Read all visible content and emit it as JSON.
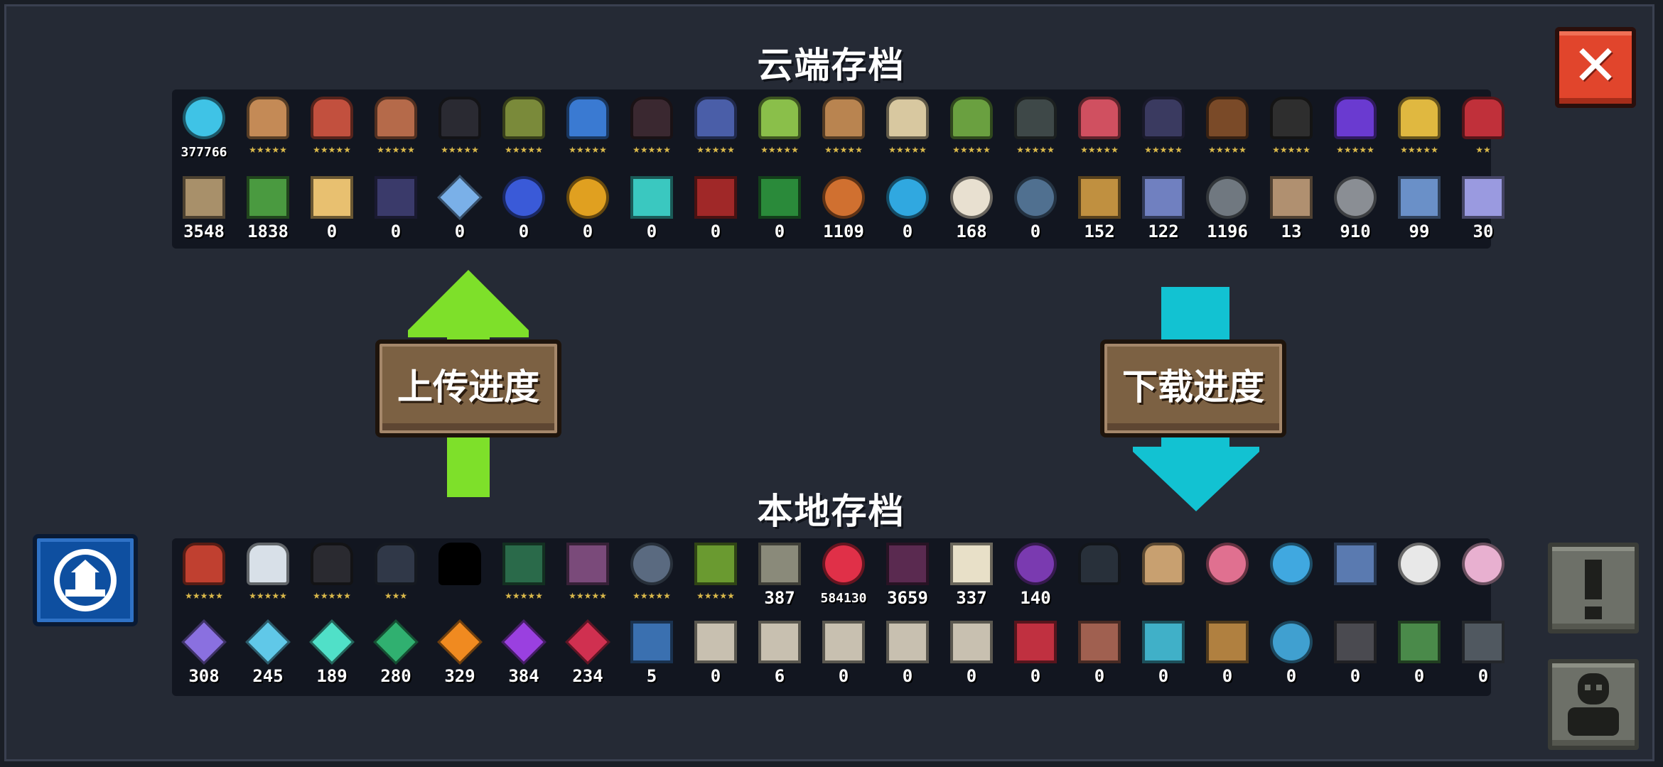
{
  "cloud": {
    "title": "云端存档",
    "characters": [
      {
        "name": "gems",
        "color": "#3fc3e6",
        "label": "377766",
        "shape": "round"
      },
      {
        "name": "knight",
        "color": "#c48a56",
        "stars": "★★★★★",
        "shape": "char"
      },
      {
        "name": "rogue",
        "color": "#c2503e",
        "stars": "★★★★★",
        "shape": "char"
      },
      {
        "name": "witch",
        "color": "#b56a4a",
        "stars": "★★★★★",
        "shape": "char"
      },
      {
        "name": "assassin",
        "color": "#2a2a32",
        "stars": "★★★★★",
        "shape": "char"
      },
      {
        "name": "engineer",
        "color": "#7a8a3a",
        "stars": "★★★★★",
        "shape": "char"
      },
      {
        "name": "robot",
        "color": "#3a7ad2",
        "stars": "★★★★★",
        "shape": "char"
      },
      {
        "name": "vampire",
        "color": "#3a2830",
        "stars": "★★★★★",
        "shape": "char"
      },
      {
        "name": "paladin",
        "color": "#4a5ea8",
        "stars": "★★★★★",
        "shape": "char"
      },
      {
        "name": "elf",
        "color": "#8abf4a",
        "stars": "★★★★★",
        "shape": "char"
      },
      {
        "name": "werewolf",
        "color": "#b98450",
        "stars": "★★★★★",
        "shape": "char"
      },
      {
        "name": "priest",
        "color": "#d8c8a0",
        "stars": "★★★★★",
        "shape": "char"
      },
      {
        "name": "druid",
        "color": "#6aa040",
        "stars": "★★★★★",
        "shape": "char"
      },
      {
        "name": "necromancer",
        "color": "#3e4848",
        "stars": "★★★★★",
        "shape": "char"
      },
      {
        "name": "berserker",
        "color": "#d05060",
        "stars": "★★★★★",
        "shape": "char"
      },
      {
        "name": "demon",
        "color": "#3a3a60",
        "stars": "★★★★★",
        "shape": "char"
      },
      {
        "name": "officer",
        "color": "#7a4a28",
        "stars": "★★★★★",
        "shape": "char"
      },
      {
        "name": "taoist",
        "color": "#2e2e2e",
        "stars": "★★★★★",
        "shape": "char"
      },
      {
        "name": "wizard",
        "color": "#6a3ad0",
        "stars": "★★★★★",
        "shape": "char"
      },
      {
        "name": "airbender",
        "color": "#e0b840",
        "stars": "★★★★★",
        "shape": "char"
      },
      {
        "name": "partial",
        "color": "#c0303a",
        "stars": "★★",
        "shape": "char"
      }
    ],
    "materials": [
      {
        "name": "wood",
        "color": "#a8906a",
        "label": "3548"
      },
      {
        "name": "battery",
        "color": "#4a9a40",
        "label": "1838"
      },
      {
        "name": "holy-book",
        "color": "#e8c070",
        "label": "0"
      },
      {
        "name": "dark-book",
        "color": "#3a3a6a",
        "label": "0"
      },
      {
        "name": "crystal",
        "color": "#7ab0e8",
        "label": "0",
        "shape": "diamond"
      },
      {
        "name": "potion",
        "color": "#3a5ad8",
        "label": "0",
        "shape": "round"
      },
      {
        "name": "coin",
        "color": "#e0a020",
        "label": "0",
        "shape": "round"
      },
      {
        "name": "beacon",
        "color": "#3ac8c0",
        "label": "0"
      },
      {
        "name": "bat-wing",
        "color": "#a02828",
        "label": "0"
      },
      {
        "name": "green-book",
        "color": "#2a8a3a",
        "label": "0"
      },
      {
        "name": "meat",
        "color": "#d07030",
        "label": "1109",
        "shape": "round"
      },
      {
        "name": "orb",
        "color": "#30a8e0",
        "label": "0",
        "shape": "round"
      },
      {
        "name": "sack",
        "color": "#e8e0d0",
        "label": "168",
        "shape": "round"
      },
      {
        "name": "feather",
        "color": "#507090",
        "label": "0",
        "shape": "round"
      },
      {
        "name": "trumpet",
        "color": "#c09040",
        "label": "152"
      },
      {
        "name": "horn",
        "color": "#7080c0",
        "label": "122"
      },
      {
        "name": "gear",
        "color": "#707880",
        "label": "1196",
        "shape": "round"
      },
      {
        "name": "crate",
        "color": "#b09070",
        "label": "13"
      },
      {
        "name": "ore",
        "color": "#8a8e94",
        "label": "910",
        "shape": "round"
      },
      {
        "name": "cloth",
        "color": "#6a90c8",
        "label": "99"
      },
      {
        "name": "shard",
        "color": "#9a9ae0",
        "label": "30"
      }
    ]
  },
  "upload_label": "上传进度",
  "download_label": "下载进度",
  "local": {
    "title": "本地存档",
    "items": [
      {
        "name": "fire-hero",
        "color": "#c04030",
        "stars": "★★★★★",
        "shape": "char"
      },
      {
        "name": "white-robot",
        "color": "#d8e0e8",
        "stars": "★★★★★",
        "shape": "char"
      },
      {
        "name": "dark-knight",
        "color": "#2a2a30",
        "stars": "★★★★★",
        "shape": "char"
      },
      {
        "name": "swordsman",
        "color": "#303848",
        "stars": "★★★",
        "shape": "char"
      },
      {
        "name": "silhouette",
        "color": "#000000",
        "shape": "char"
      },
      {
        "name": "green-box",
        "color": "#2a6a4a",
        "stars": "★★★★★"
      },
      {
        "name": "purple-book",
        "color": "#7a4a7a",
        "stars": "★★★★★"
      },
      {
        "name": "pot",
        "color": "#5a6a80",
        "stars": "★★★★★",
        "shape": "round"
      },
      {
        "name": "plant",
        "color": "#6a9a30",
        "stars": "★★★★★"
      },
      {
        "name": "gun",
        "color": "#8a8a7a",
        "label": "387"
      },
      {
        "name": "red-slime",
        "color": "#e03048",
        "label": "584130",
        "shape": "round"
      },
      {
        "name": "monster",
        "color": "#5a2a50",
        "label": "3659"
      },
      {
        "name": "card",
        "color": "#e8e0c8",
        "label": "337"
      },
      {
        "name": "purple-mask",
        "color": "#7a3ab0",
        "label": "140",
        "shape": "round"
      },
      {
        "name": "black-cat",
        "color": "#28303a",
        "shape": "char"
      },
      {
        "name": "dog",
        "color": "#c8a070",
        "shape": "char"
      },
      {
        "name": "pink-fish",
        "color": "#e07090",
        "shape": "round"
      },
      {
        "name": "blue-slime",
        "color": "#40a8e0",
        "shape": "round"
      },
      {
        "name": "drone",
        "color": "#5a7ab0"
      },
      {
        "name": "panda",
        "color": "#e8e8e8",
        "shape": "round"
      },
      {
        "name": "pink-bunny",
        "color": "#e8b0d0",
        "shape": "round"
      }
    ],
    "crystals": [
      {
        "name": "purple-crystal",
        "color": "#8a70e0",
        "label": "308",
        "shape": "diamond"
      },
      {
        "name": "cyan-crystal",
        "color": "#60c8e8",
        "label": "245",
        "shape": "diamond"
      },
      {
        "name": "aqua-crystal",
        "color": "#50e0c8",
        "label": "189",
        "shape": "diamond"
      },
      {
        "name": "green-crystal",
        "color": "#30b070",
        "label": "280",
        "shape": "diamond"
      },
      {
        "name": "orange-crystal",
        "color": "#f08a20",
        "label": "329",
        "shape": "diamond"
      },
      {
        "name": "violet-crystal",
        "color": "#9a40e0",
        "label": "384",
        "shape": "diamond"
      },
      {
        "name": "red-crystal",
        "color": "#d03050",
        "label": "234",
        "shape": "diamond"
      },
      {
        "name": "blue-fish",
        "color": "#3a70b0",
        "label": "5"
      },
      {
        "name": "scroll",
        "color": "#c8c0b0",
        "label": "0"
      },
      {
        "name": "scroll",
        "color": "#c8c0b0",
        "label": "6"
      },
      {
        "name": "scroll",
        "color": "#c8c0b0",
        "label": "0"
      },
      {
        "name": "scroll",
        "color": "#c8c0b0",
        "label": "0"
      },
      {
        "name": "scroll",
        "color": "#c8c0b0",
        "label": "0"
      },
      {
        "name": "red-gadget",
        "color": "#c03040",
        "label": "0"
      },
      {
        "name": "totem",
        "color": "#a06050",
        "label": "0"
      },
      {
        "name": "teal-device",
        "color": "#40b0c8",
        "label": "0"
      },
      {
        "name": "tiki",
        "color": "#b08040",
        "label": "0"
      },
      {
        "name": "blue-shell",
        "color": "#40a0d0",
        "label": "0",
        "shape": "round"
      },
      {
        "name": "chip",
        "color": "#4a4a50",
        "label": "0"
      },
      {
        "name": "green-turret",
        "color": "#4a8a4a",
        "label": "0"
      },
      {
        "name": "stone-tablet",
        "color": "#505860",
        "label": "0"
      }
    ]
  },
  "colors": {
    "upload_arrow": "#7ee02a",
    "download_arrow": "#12c2d2"
  }
}
